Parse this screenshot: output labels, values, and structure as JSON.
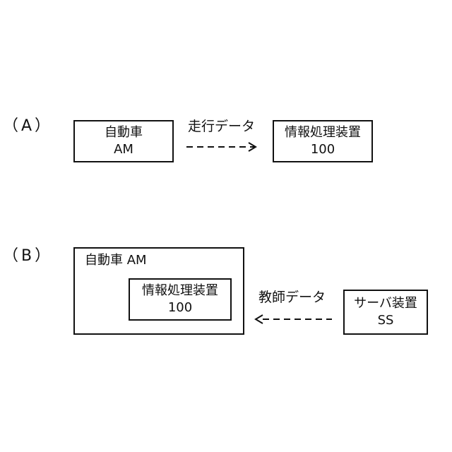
{
  "panel_a": {
    "label": "（A）",
    "vehicle_box": {
      "line1": "自動車",
      "line2": "AM"
    },
    "arrow_label": "走行データ",
    "processor_box": {
      "line1": "情報処理装置",
      "line2": "100"
    }
  },
  "panel_b": {
    "label": "（B）",
    "vehicle_box": {
      "title": "自動車 AM"
    },
    "processor_box": {
      "line1": "情報処理装置",
      "line2": "100"
    },
    "arrow_label": "教師データ",
    "server_box": {
      "line1": "サーバ装置",
      "line2": "SS"
    }
  }
}
